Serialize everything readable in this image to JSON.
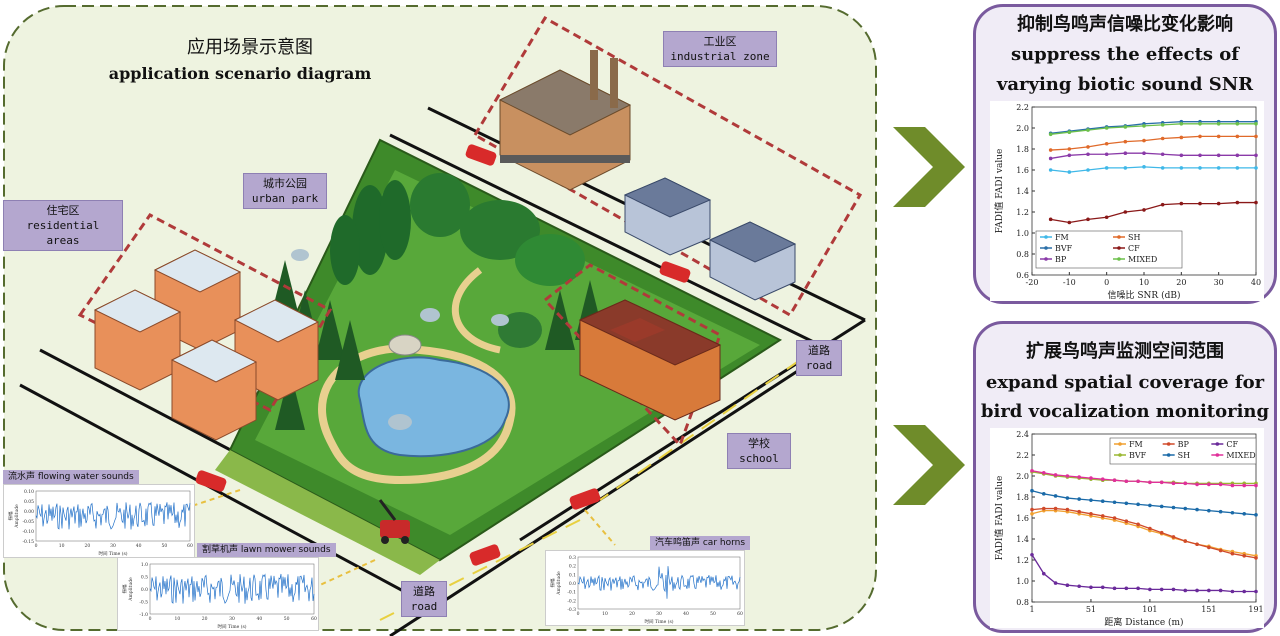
{
  "scene": {
    "title_cn": "应用场景示意图",
    "title_en": "application scenario diagram",
    "labels": {
      "industrial": {
        "cn": "工业区",
        "en": "industrial zone"
      },
      "park": {
        "cn": "城市公园",
        "en": "urban park"
      },
      "residential": {
        "cn": "住宅区",
        "en": "residential areas"
      },
      "school": {
        "cn": "学校",
        "en": "school"
      },
      "road_right": {
        "cn": "道路",
        "en": "road"
      },
      "road_bottom": {
        "cn": "道路",
        "en": "road"
      }
    },
    "waveforms": [
      {
        "label": "流水声  flowing water sounds",
        "ylabel_cn": "振幅",
        "ylabel_en": "Amplitude",
        "xlabel": "时间  Time (s)",
        "yticks": [
          "0.10",
          "0.05",
          "0.00",
          "-0.05",
          "-0.10",
          "-0.15"
        ],
        "xticks": [
          "0",
          "10",
          "20",
          "30",
          "40",
          "50",
          "60"
        ]
      },
      {
        "label": "割草机声  lawn mower sounds",
        "ylabel_cn": "振幅",
        "ylabel_en": "Amplitude",
        "xlabel": "时间  Time (s)",
        "yticks": [
          "1.0",
          "0.5",
          "0.0",
          "-0.5",
          "-1.0"
        ],
        "xticks": [
          "0",
          "10",
          "20",
          "30",
          "40",
          "50",
          "60"
        ]
      },
      {
        "label": "汽车鸣笛声  car horns",
        "ylabel_cn": "振幅",
        "ylabel_en": "Amplitude",
        "xlabel": "时间  Time (s)",
        "yticks": [
          "0.3",
          "0.2",
          "0.1",
          "0.0",
          "-0.1",
          "-0.2",
          "-0.3"
        ],
        "xticks": [
          "0",
          "10",
          "20",
          "30",
          "40",
          "50",
          "60"
        ]
      }
    ]
  },
  "panel1": {
    "title_cn": "抑制鸟鸣声信噪比变化影响",
    "title_en1": "suppress the effects of",
    "title_en2": "varying biotic sound SNR"
  },
  "panel2": {
    "title_cn": "扩展鸟鸣声监测空间范围",
    "title_en1": "expand spatial coverage for",
    "title_en2": "bird vocalization monitoring"
  },
  "colors": {
    "panel_border": "#7a5a9e",
    "label_bg": "#b4a7cf",
    "scene_bg": "#eef3e0",
    "arrow": "#6f8c2a"
  },
  "chart_data": [
    {
      "type": "line",
      "ylabel": "FADI值  FADI value",
      "xlabel": "信噪比  SNR (dB)",
      "xlim": [
        -20,
        40
      ],
      "ylim": [
        0.6,
        2.2
      ],
      "xticks": [
        -20,
        -10,
        0,
        10,
        20,
        30,
        40
      ],
      "yticks": [
        0.6,
        0.8,
        1.0,
        1.2,
        1.4,
        1.6,
        1.8,
        2.0,
        2.2
      ],
      "x": [
        -15,
        -10,
        -5,
        0,
        5,
        10,
        15,
        20,
        25,
        30,
        35,
        40
      ],
      "legend": "bottom-left",
      "series": [
        {
          "name": "FM",
          "color": "#3fb8e8",
          "values": [
            1.6,
            1.58,
            1.6,
            1.62,
            1.62,
            1.63,
            1.62,
            1.62,
            1.62,
            1.62,
            1.62,
            1.62
          ]
        },
        {
          "name": "SH",
          "color": "#e06a2a",
          "values": [
            1.79,
            1.8,
            1.82,
            1.85,
            1.87,
            1.88,
            1.9,
            1.91,
            1.92,
            1.92,
            1.92,
            1.92
          ]
        },
        {
          "name": "BVF",
          "color": "#2a6fa8",
          "values": [
            1.95,
            1.97,
            1.99,
            2.01,
            2.02,
            2.04,
            2.05,
            2.06,
            2.06,
            2.06,
            2.06,
            2.06
          ]
        },
        {
          "name": "CF",
          "color": "#8a1818",
          "values": [
            1.13,
            1.1,
            1.13,
            1.15,
            1.2,
            1.22,
            1.27,
            1.28,
            1.28,
            1.28,
            1.29,
            1.29
          ]
        },
        {
          "name": "BP",
          "color": "#8a3aa8",
          "values": [
            1.71,
            1.74,
            1.75,
            1.75,
            1.76,
            1.76,
            1.75,
            1.74,
            1.74,
            1.74,
            1.74,
            1.74
          ]
        },
        {
          "name": "MIXED",
          "color": "#6cc04a",
          "values": [
            1.94,
            1.96,
            1.98,
            2.0,
            2.01,
            2.02,
            2.03,
            2.04,
            2.04,
            2.04,
            2.04,
            2.04
          ]
        }
      ]
    },
    {
      "type": "line",
      "ylabel": "FADI值  FADI value",
      "xlabel": "距离  Distance (m)",
      "xlim": [
        1,
        191
      ],
      "ylim": [
        0.8,
        2.4
      ],
      "xticks": [
        1,
        51,
        101,
        151,
        191
      ],
      "yticks": [
        0.8,
        1.0,
        1.2,
        1.4,
        1.6,
        1.8,
        2.0,
        2.2,
        2.4
      ],
      "x": [
        1,
        11,
        21,
        31,
        41,
        51,
        61,
        71,
        81,
        91,
        101,
        111,
        121,
        131,
        141,
        151,
        161,
        171,
        181,
        191
      ],
      "legend": "top-right",
      "series": [
        {
          "name": "FM",
          "color": "#f0a030",
          "values": [
            1.64,
            1.67,
            1.67,
            1.66,
            1.64,
            1.62,
            1.6,
            1.58,
            1.55,
            1.52,
            1.48,
            1.45,
            1.41,
            1.38,
            1.35,
            1.33,
            1.3,
            1.28,
            1.26,
            1.24
          ]
        },
        {
          "name": "BP",
          "color": "#d04a2a",
          "values": [
            1.68,
            1.69,
            1.69,
            1.68,
            1.66,
            1.64,
            1.62,
            1.6,
            1.57,
            1.54,
            1.5,
            1.46,
            1.42,
            1.38,
            1.35,
            1.32,
            1.29,
            1.26,
            1.24,
            1.22
          ]
        },
        {
          "name": "CF",
          "color": "#6a2a9a",
          "values": [
            1.25,
            1.07,
            0.98,
            0.96,
            0.95,
            0.94,
            0.94,
            0.93,
            0.93,
            0.93,
            0.92,
            0.92,
            0.92,
            0.91,
            0.91,
            0.91,
            0.91,
            0.9,
            0.9,
            0.9
          ]
        },
        {
          "name": "BVF",
          "color": "#9ab832",
          "values": [
            2.04,
            2.02,
            2.0,
            1.99,
            1.98,
            1.97,
            1.96,
            1.96,
            1.95,
            1.95,
            1.94,
            1.94,
            1.94,
            1.93,
            1.93,
            1.93,
            1.93,
            1.93,
            1.93,
            1.93
          ]
        },
        {
          "name": "SH",
          "color": "#1a6aa8",
          "values": [
            1.86,
            1.83,
            1.81,
            1.79,
            1.78,
            1.77,
            1.76,
            1.75,
            1.74,
            1.73,
            1.72,
            1.71,
            1.7,
            1.69,
            1.68,
            1.67,
            1.66,
            1.65,
            1.64,
            1.63
          ]
        },
        {
          "name": "MIXED",
          "color": "#e0309a",
          "values": [
            2.05,
            2.03,
            2.01,
            2.0,
            1.99,
            1.98,
            1.97,
            1.96,
            1.95,
            1.95,
            1.94,
            1.94,
            1.93,
            1.93,
            1.92,
            1.92,
            1.92,
            1.91,
            1.91,
            1.91
          ]
        }
      ]
    }
  ]
}
